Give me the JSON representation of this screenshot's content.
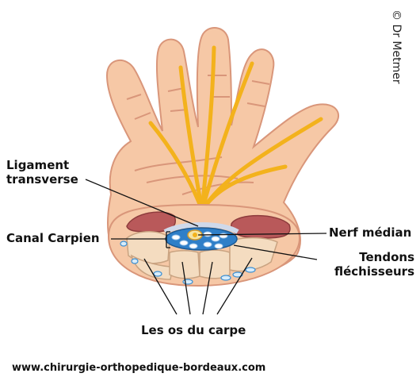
{
  "labels": {
    "ligament_line1": "Ligament",
    "ligament_line2": "transverse",
    "canal": "Canal Carpien",
    "nerf": "Nerf médian",
    "tendons_line1": "Tendons",
    "tendons_line2": "fléchisseurs",
    "os": "Les os du carpe"
  },
  "credit": "© Dr Metmer",
  "url": "www.chirurgie-orthopedique-bordeaux.com",
  "colors": {
    "skin": "#f6c8a6",
    "skin_outline": "#d9967a",
    "nerve": "#f3b21c",
    "muscle": "#b9595a",
    "bone": "#f4dcc0",
    "canal": "#2f7fc8",
    "tendon": "#ffffff",
    "ligament": "#cfd9ea"
  }
}
